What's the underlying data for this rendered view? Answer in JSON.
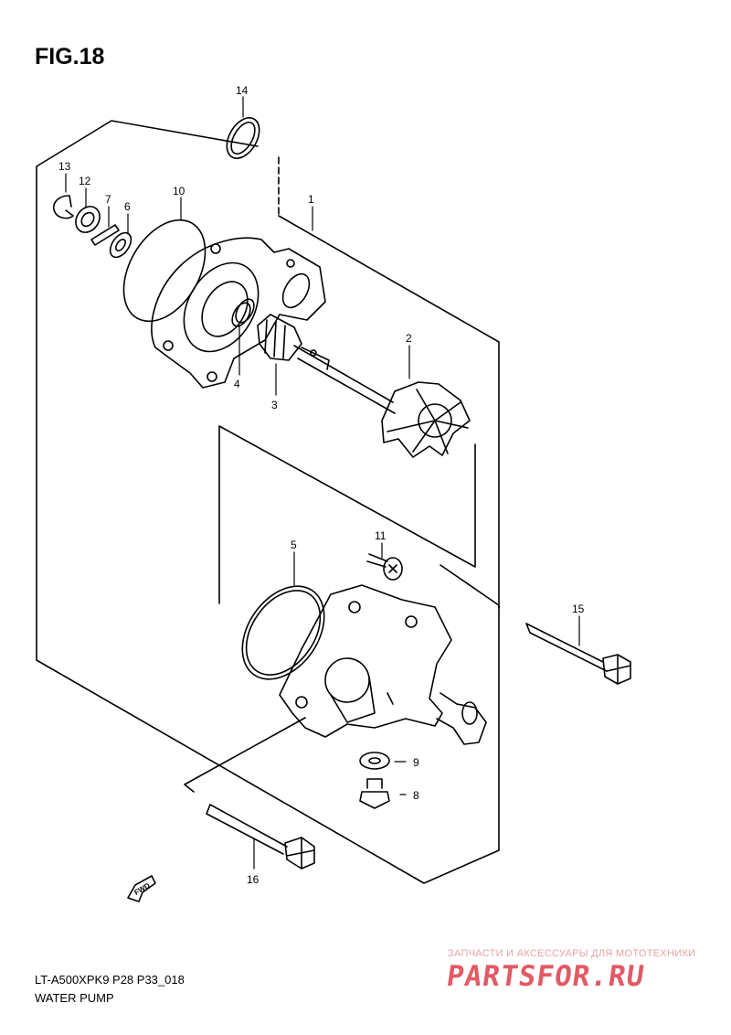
{
  "figure": {
    "title": "FIG.18",
    "code": "LT-A500XPK9 P28 P33_018",
    "name": "WATER PUMP"
  },
  "fwd_label": "FWD",
  "callouts": [
    "1",
    "2",
    "3",
    "4",
    "5",
    "6",
    "7",
    "8",
    "9",
    "10",
    "11",
    "12",
    "13",
    "14",
    "15",
    "16"
  ],
  "watermark": {
    "tagline": "ЗАПЧАСТИ И АКСЕССУАРЫ ДЛЯ МОТОТЕХНИКИ",
    "brand": "PARTSFOR.RU"
  }
}
